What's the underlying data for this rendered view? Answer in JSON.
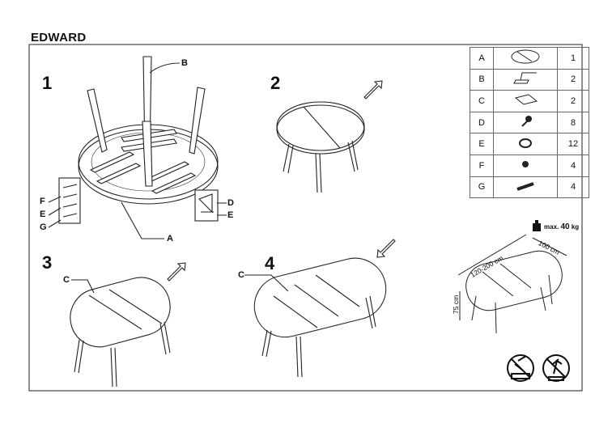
{
  "title": "EDWARD",
  "steps": [
    "1",
    "2",
    "3",
    "4"
  ],
  "callouts": {
    "a": "A",
    "b": "B",
    "c3": "C",
    "c4": "C",
    "d": "D",
    "e_left": "E",
    "e_right": "E",
    "f": "F",
    "g": "G"
  },
  "parts": [
    {
      "letter": "A",
      "qty": "1",
      "icon": "tabletop-icon"
    },
    {
      "letter": "B",
      "qty": "2",
      "icon": "slide-mechanism-icon"
    },
    {
      "letter": "C",
      "qty": "2",
      "icon": "extension-leaf-icon"
    },
    {
      "letter": "D",
      "qty": "8",
      "icon": "screw-icon"
    },
    {
      "letter": "E",
      "qty": "12",
      "icon": "washer-icon"
    },
    {
      "letter": "F",
      "qty": "4",
      "icon": "nut-icon"
    },
    {
      "letter": "G",
      "qty": "4",
      "icon": "bolt-icon"
    }
  ],
  "max_load": {
    "prefix": "max.",
    "value": "40",
    "unit": "kg"
  },
  "dimensions": {
    "length": "120-200 cm",
    "width": "100 cm",
    "height": "75 cm"
  }
}
